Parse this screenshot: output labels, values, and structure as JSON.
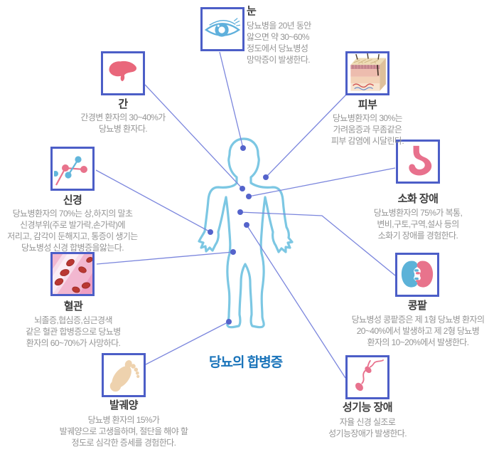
{
  "title": "당뇨의 합병증",
  "colors": {
    "box_border": "#4c5ec7",
    "connector_line": "#7b86dd",
    "connector_dot": "#5463cb",
    "body_outline": "#7cc7e3",
    "organ_title_text": "#3d3d3d",
    "description_text": "#959595",
    "main_title_text": "#1a74ba",
    "pink_organ": "#e8718d",
    "blue_organ": "#5fb0dc"
  },
  "organs": [
    {
      "id": "eye",
      "icon": "eye-icon",
      "label": "눈",
      "description": "당뇨병을 20년 동안\n앓으면 약 30~60%\n정도에서 당뇨병성\n망막증이 발생한다."
    },
    {
      "id": "liver",
      "icon": "liver-icon",
      "label": "간",
      "description": "간경변 환자의 30~40%가\n당뇨병 환자다."
    },
    {
      "id": "skin",
      "icon": "skin-icon",
      "label": "피부",
      "description": "당뇨병환자의 30%는\n가려움증과 무좀같은\n피부 감염에 시달린다."
    },
    {
      "id": "nerve",
      "icon": "nerve-icon",
      "label": "신경",
      "description": "당뇨병환자의 70%는 상,하지의 말초\n신경부위(주로 발가락,손가락)에\n저리고, 감각이 둔해지고, 통증이 생기는\n당뇨병성 신경 합병증을앓는다."
    },
    {
      "id": "digestion",
      "icon": "stomach-icon",
      "label": "소화 장애",
      "description": "당뇨병환자의 75%가 복통,\n변비,구토,구역,설사 등의\n소화기 장애를 경험한다."
    },
    {
      "id": "vessel",
      "icon": "blood-vessel-icon",
      "label": "혈관",
      "description": "뇌졸증,협심증,심근경색\n같은 혈관 합병증으로 당뇨병\n환자의 60~70%가 사망하다."
    },
    {
      "id": "kidney",
      "icon": "kidney-icon",
      "label": "콩팥",
      "description": "당뇨병성 콩팥증은 제 1형 당뇨병 환자의\n20~40%에서 발생하고 제 2형 당뇨병\n환자의 10~20%에서 발생한다."
    },
    {
      "id": "foot",
      "icon": "foot-icon",
      "label": "발궤양",
      "description": "당뇨병 환자의 15%가\n발궤양으로 고생을하며, 절단을 해야 할\n정도로 심각한 증세를 경험한다."
    },
    {
      "id": "sex",
      "icon": "sperm-icon",
      "label": "성기능 장애",
      "description": "자율 신경 실조로\n성기능장애가 발생한다."
    }
  ]
}
